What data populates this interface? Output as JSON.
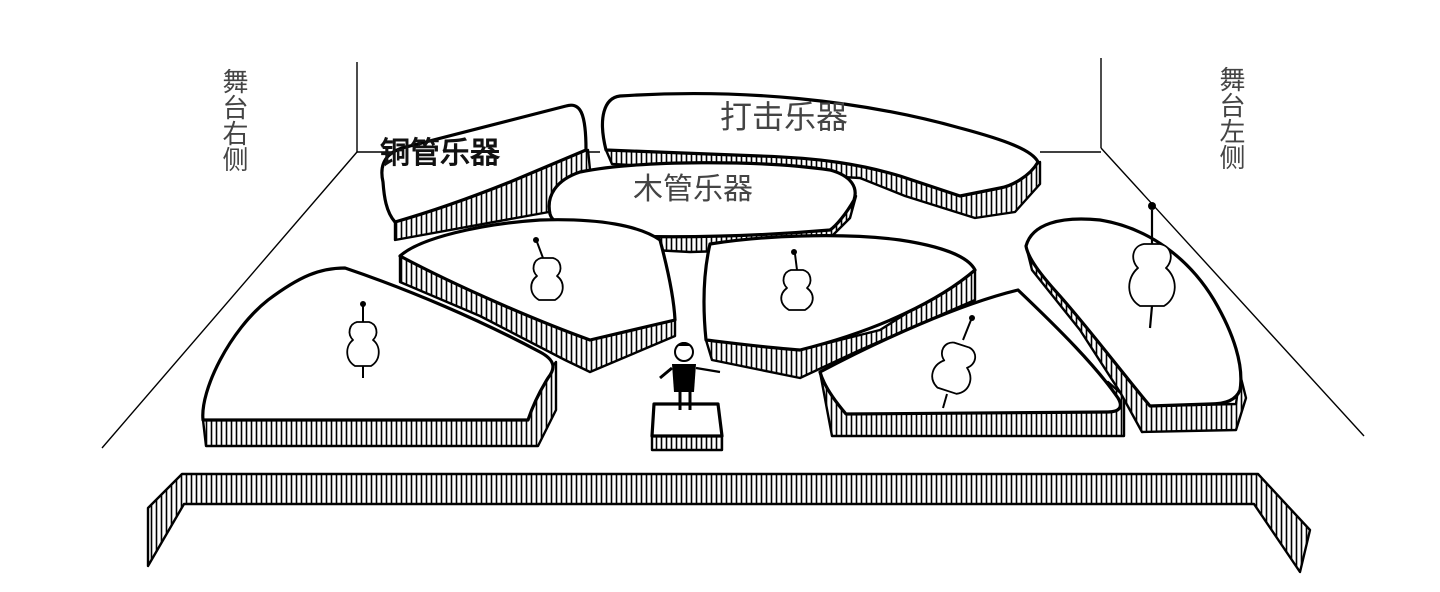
{
  "labels": {
    "stage_right": "舞台右侧",
    "stage_left": "舞台左侧",
    "brass": "铜管乐器",
    "percussion": "打击乐器",
    "woodwind": "木管乐器"
  },
  "colors": {
    "ink": "#000000",
    "paper": "#ffffff",
    "label_gray": "#444444"
  }
}
